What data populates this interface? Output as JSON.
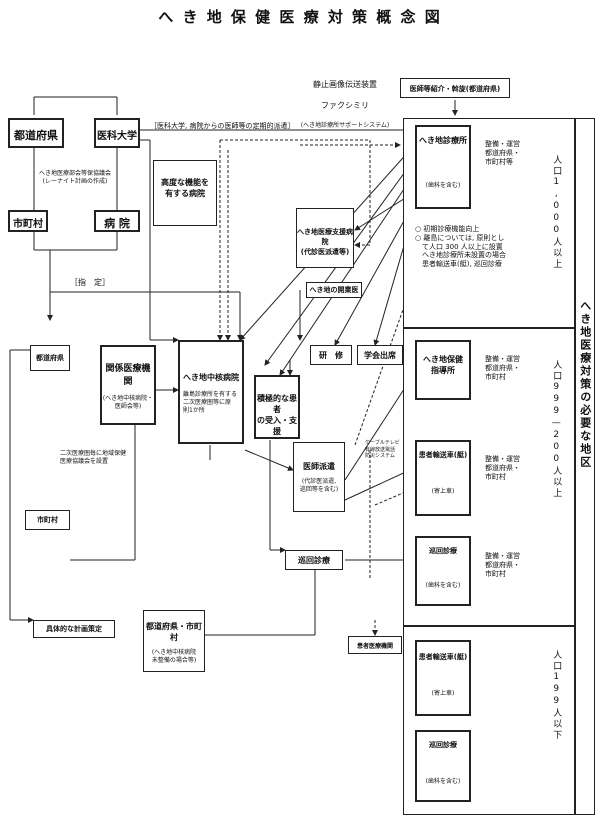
{
  "title": "へ き 地 保 健 医 療 対 策 概 念 図",
  "top_label": {
    "line1": "静止画像伝送装置",
    "line2": "ファクシミリ",
    "line3": "(へき地診療所サポートシステム)"
  },
  "boxes": {
    "todofuken": "都道府県",
    "ika_daigaku": "医科大学",
    "shichoson": "市町村",
    "byoin": "病 院",
    "kenkyo_note": "へき地医療部会等保協議会\n(レーナイト計画の作成)",
    "dispatch": "［医科大学, 病院からの医師等の定期的派遣］",
    "koudo": "高度な機能を\n有する病院",
    "shien": "へき地医療支援病院\n(代診医派遣等)",
    "kaigyo": "へき地の開業医",
    "shitei": "［指　定］",
    "todofuken2": "都道府県",
    "kankei": "関係医療機関",
    "kankei_sub": "(へき地中核病院・\n医師会等)",
    "chukaku": "へき地中核病院",
    "chukaku_sub": "離島診療所を有する\n二次医療圏等に原\n則1か所",
    "sekkyoku": "積極的な患者\nの受入・支援",
    "kenshu": "研　修",
    "gakkai": "学会出席",
    "niji_note": "二次医療圏毎に地域保健\n医療協議会を設置",
    "shichoson2": "市町村",
    "haken": "医師派遣",
    "haken_sub": "(代診医派遣,\n巡回等を含む)",
    "telecare": "ケーブルテレビ\n有線放送電話\n防災システム",
    "junkai_c": "巡回診療",
    "gutaiteki": "具体的な計画策定",
    "todo_shi": "都道府県・市町村",
    "todo_shi_sub": "(へき地中核病院\n未整備の場合等)",
    "kanja_iryo": "患者医療機関",
    "ishi_shokai": "医師等紹介・斡旋(都道府県)",
    "shinryojo": "へき地診療所",
    "shinryojo_sub": "(歯科を含む)",
    "seibi1": "整備・運営\n都道府県・\n市町村等",
    "notes1": "○ 初期診療機能向上\n○ 離島については, 原則とし\n　て人口 300 人以上に設置\n　へき地診療所未設置の場合\n　患者輸送車(艇), 巡回診療",
    "hoken": "へき地保健\n指導所",
    "seibi2": "整備・運営\n都道府県・\n市町村",
    "yuso1": "患者輸送車(艇)",
    "yuso1_sub": "(寄上車)",
    "seibi3": "整備・運営\n都道府県・\n市町村",
    "junkai1": "巡回診療",
    "junkai1_sub": "(歯科を含む)",
    "seibi4": "整備・運営\n都道府県・\n市町村",
    "yuso2": "患者輸送車(艇)",
    "yuso2_sub": "(寄上車)",
    "junkai2": "巡回診療",
    "junkai2_sub": "(歯科を含む)"
  },
  "population": {
    "p1": "人口1,000人以上",
    "p2": "人口999—200人以上",
    "p3": "人口199人以下"
  },
  "side_label": "へき地医療対策の必要な地区"
}
